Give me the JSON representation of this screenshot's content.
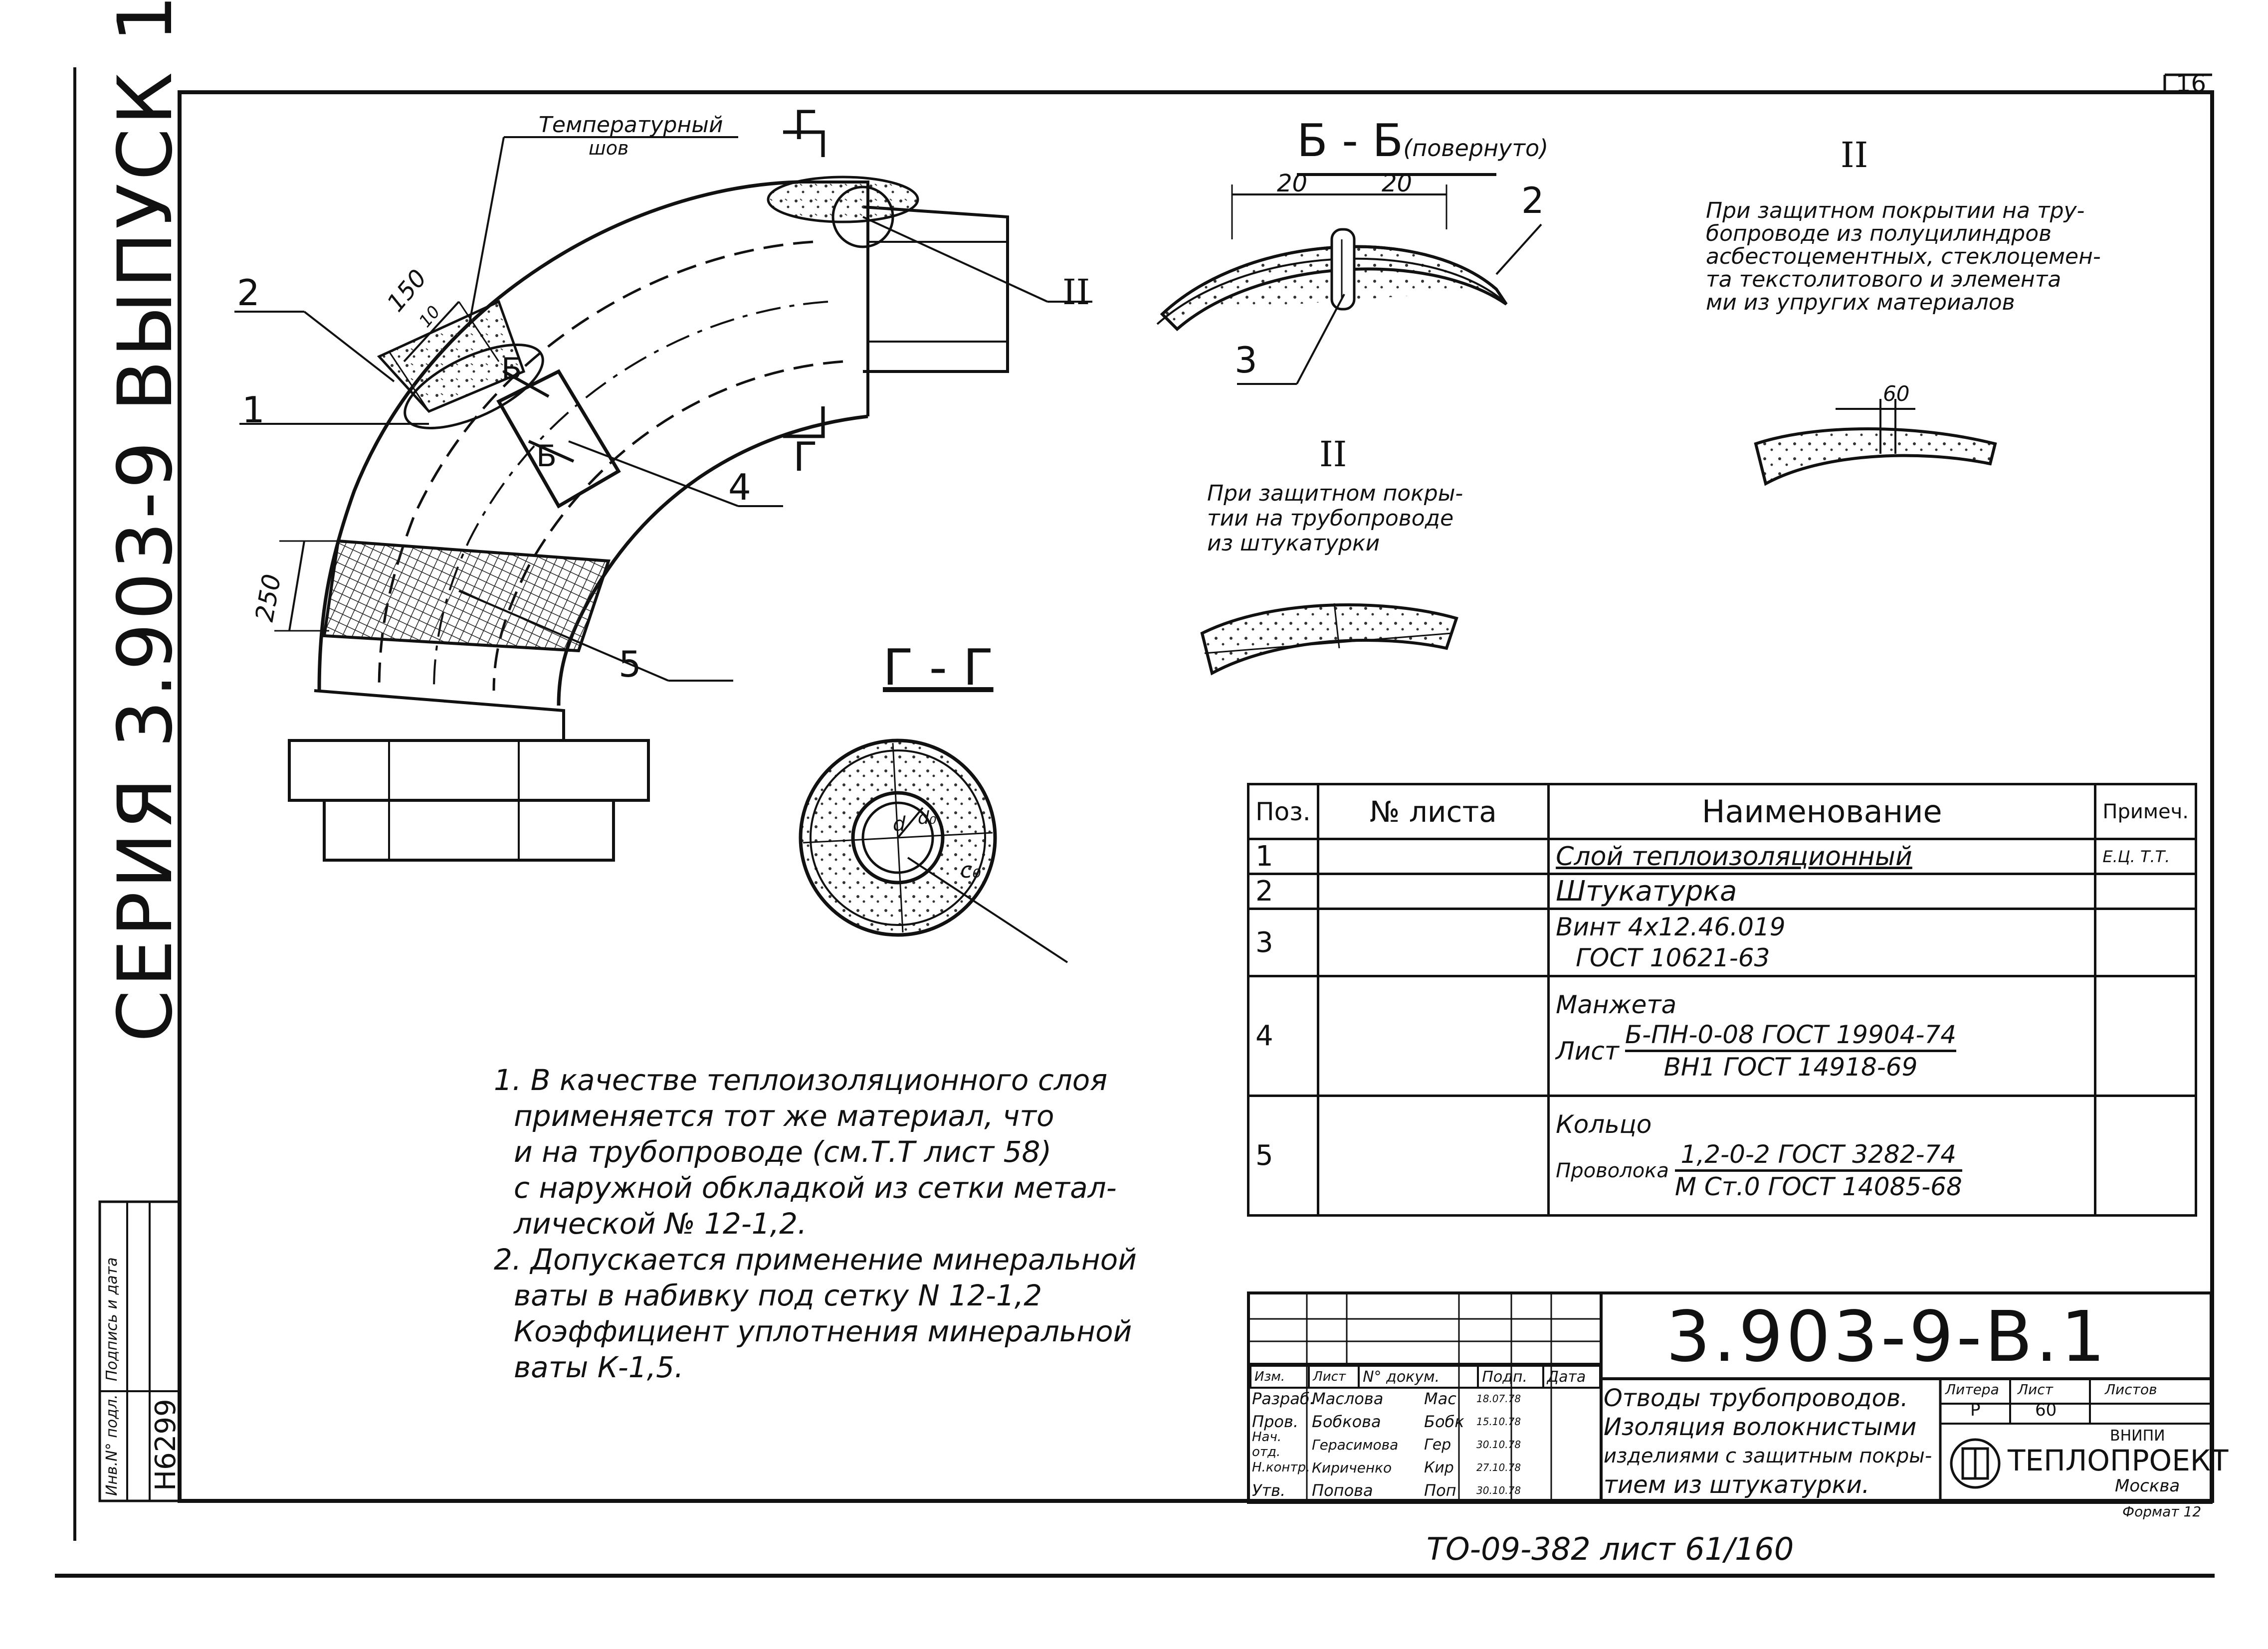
{
  "sheet_corner_number": "16",
  "left_margin": {
    "series": "СЕРИЯ 3.903-9 ВЫПУСК 1",
    "inv_label": "Инв.N° подл.",
    "signature_label": "Подпись и дата",
    "inv_number": "Н6299"
  },
  "drawing": {
    "label_temp_seam_1": "Температурный",
    "label_temp_seam_2": "шов",
    "dim_150": "150",
    "dim_10": "10",
    "dim_250": "250",
    "pos_1": "1",
    "pos_2": "2",
    "pos_4": "4",
    "pos_5": "5",
    "section_g_top": "Г",
    "section_g_bottom": "Г",
    "section_b_1": "Б",
    "section_b_2": "Б",
    "callout_II": "II"
  },
  "section_bb": {
    "title": "Б - Б",
    "title_note": "(повернуто)",
    "dim_left": "20",
    "dim_right": "20",
    "pos_2": "2",
    "pos_3": "3"
  },
  "detail_II_plaster": {
    "numeral": "II",
    "text_lines": [
      "При защитном покры-",
      "тии на трубопроводе",
      "из штукатурки"
    ]
  },
  "detail_II_cylinders": {
    "numeral": "II",
    "text_lines": [
      "При защитном покрытии на тру-",
      "бопроводе из полуцилиндров",
      "асбестоцементных, стеклоцемен-",
      "та текстолитового и элемента",
      "ми из упругих материалов"
    ],
    "dim_60": "60"
  },
  "section_gg": {
    "title": "Г - Г",
    "label_d": "d",
    "label_d2": "d₀",
    "label_c": "с₀"
  },
  "notes": [
    "1. В качестве теплоизоляционного слоя",
    "применяется тот же материал, что",
    "и на трубопроводе (см.Т.Т лист 58)",
    "с наружной обкладкой из сетки метал-",
    "лической № 12-1,2.",
    "2. Допускается применение минеральной",
    "ваты в набивку под сетку N 12-1,2",
    "Коэффициент уплотнения минеральной",
    "ваты  К-1,5."
  ],
  "spec_table": {
    "headers": {
      "pos": "Поз.",
      "sheet": "№ листа",
      "name": "Наименование",
      "note": "Примеч."
    },
    "rows": [
      {
        "pos": "1",
        "sheet": "",
        "name_lines": [
          "Слой теплоизоляционный"
        ],
        "note": "Е.Ц. Т.Т."
      },
      {
        "pos": "2",
        "sheet": "",
        "name_lines": [
          "Штукатурка"
        ],
        "note": ""
      },
      {
        "pos": "3",
        "sheet": "",
        "name_lines": [
          "Винт 4х12.46.019",
          "ГОСТ 10621-63"
        ],
        "note": ""
      },
      {
        "pos": "4",
        "sheet": "",
        "name_lines": [
          "Манжета"
        ],
        "prefix": "Лист",
        "frac_top": "Б-ПН-0-08 ГОСТ 19904-74",
        "frac_bottom": "ВН1 ГОСТ 14918-69",
        "note": ""
      },
      {
        "pos": "5",
        "sheet": "",
        "name_lines": [
          "Кольцо"
        ],
        "prefix": "Проволока",
        "frac_top": "1,2-0-2 ГОСТ 3282-74",
        "frac_bottom": "М Ст.0 ГОСТ 14085-68",
        "note": ""
      }
    ]
  },
  "title_block": {
    "doc_number": "3.903-9-В.1",
    "header_row": [
      "Изм.",
      "Лист",
      "N° докум.",
      "Подп.",
      "Дата"
    ],
    "staff": [
      {
        "role": "Разраб.",
        "name": "Маслова",
        "sign": "Мас",
        "date": "18.07.78"
      },
      {
        "role": "Пров.",
        "name": "Бобкова",
        "sign": "Бобк",
        "date": "15.10.78"
      },
      {
        "role": "Нач. отд.",
        "name": "Герасимова",
        "sign": "Гер",
        "date": "30.10.78"
      },
      {
        "role": "Н.контр.",
        "name": "Кириченко",
        "sign": "Кир",
        "date": "27.10.78"
      },
      {
        "role": "Утв.",
        "name": "Попова",
        "sign": "Поп",
        "date": "30.10.78"
      }
    ],
    "title_lines": [
      "Отводы трубопроводов.",
      "Изоляция волокнистыми",
      "изделиями с защитным покры-",
      "тием из штукатурки."
    ],
    "stage_label": "Литера",
    "sheet_label": "Лист",
    "sheets_label": "Листов",
    "stage_value": "Р",
    "sheet_value": "60",
    "org_top": "ВНИПИ",
    "org_name": "ТЕПЛОПРОЕКТ",
    "org_city": "Москва",
    "format": "Формат 12"
  },
  "footer_ref": "ТО-09-382  лист 61/160"
}
